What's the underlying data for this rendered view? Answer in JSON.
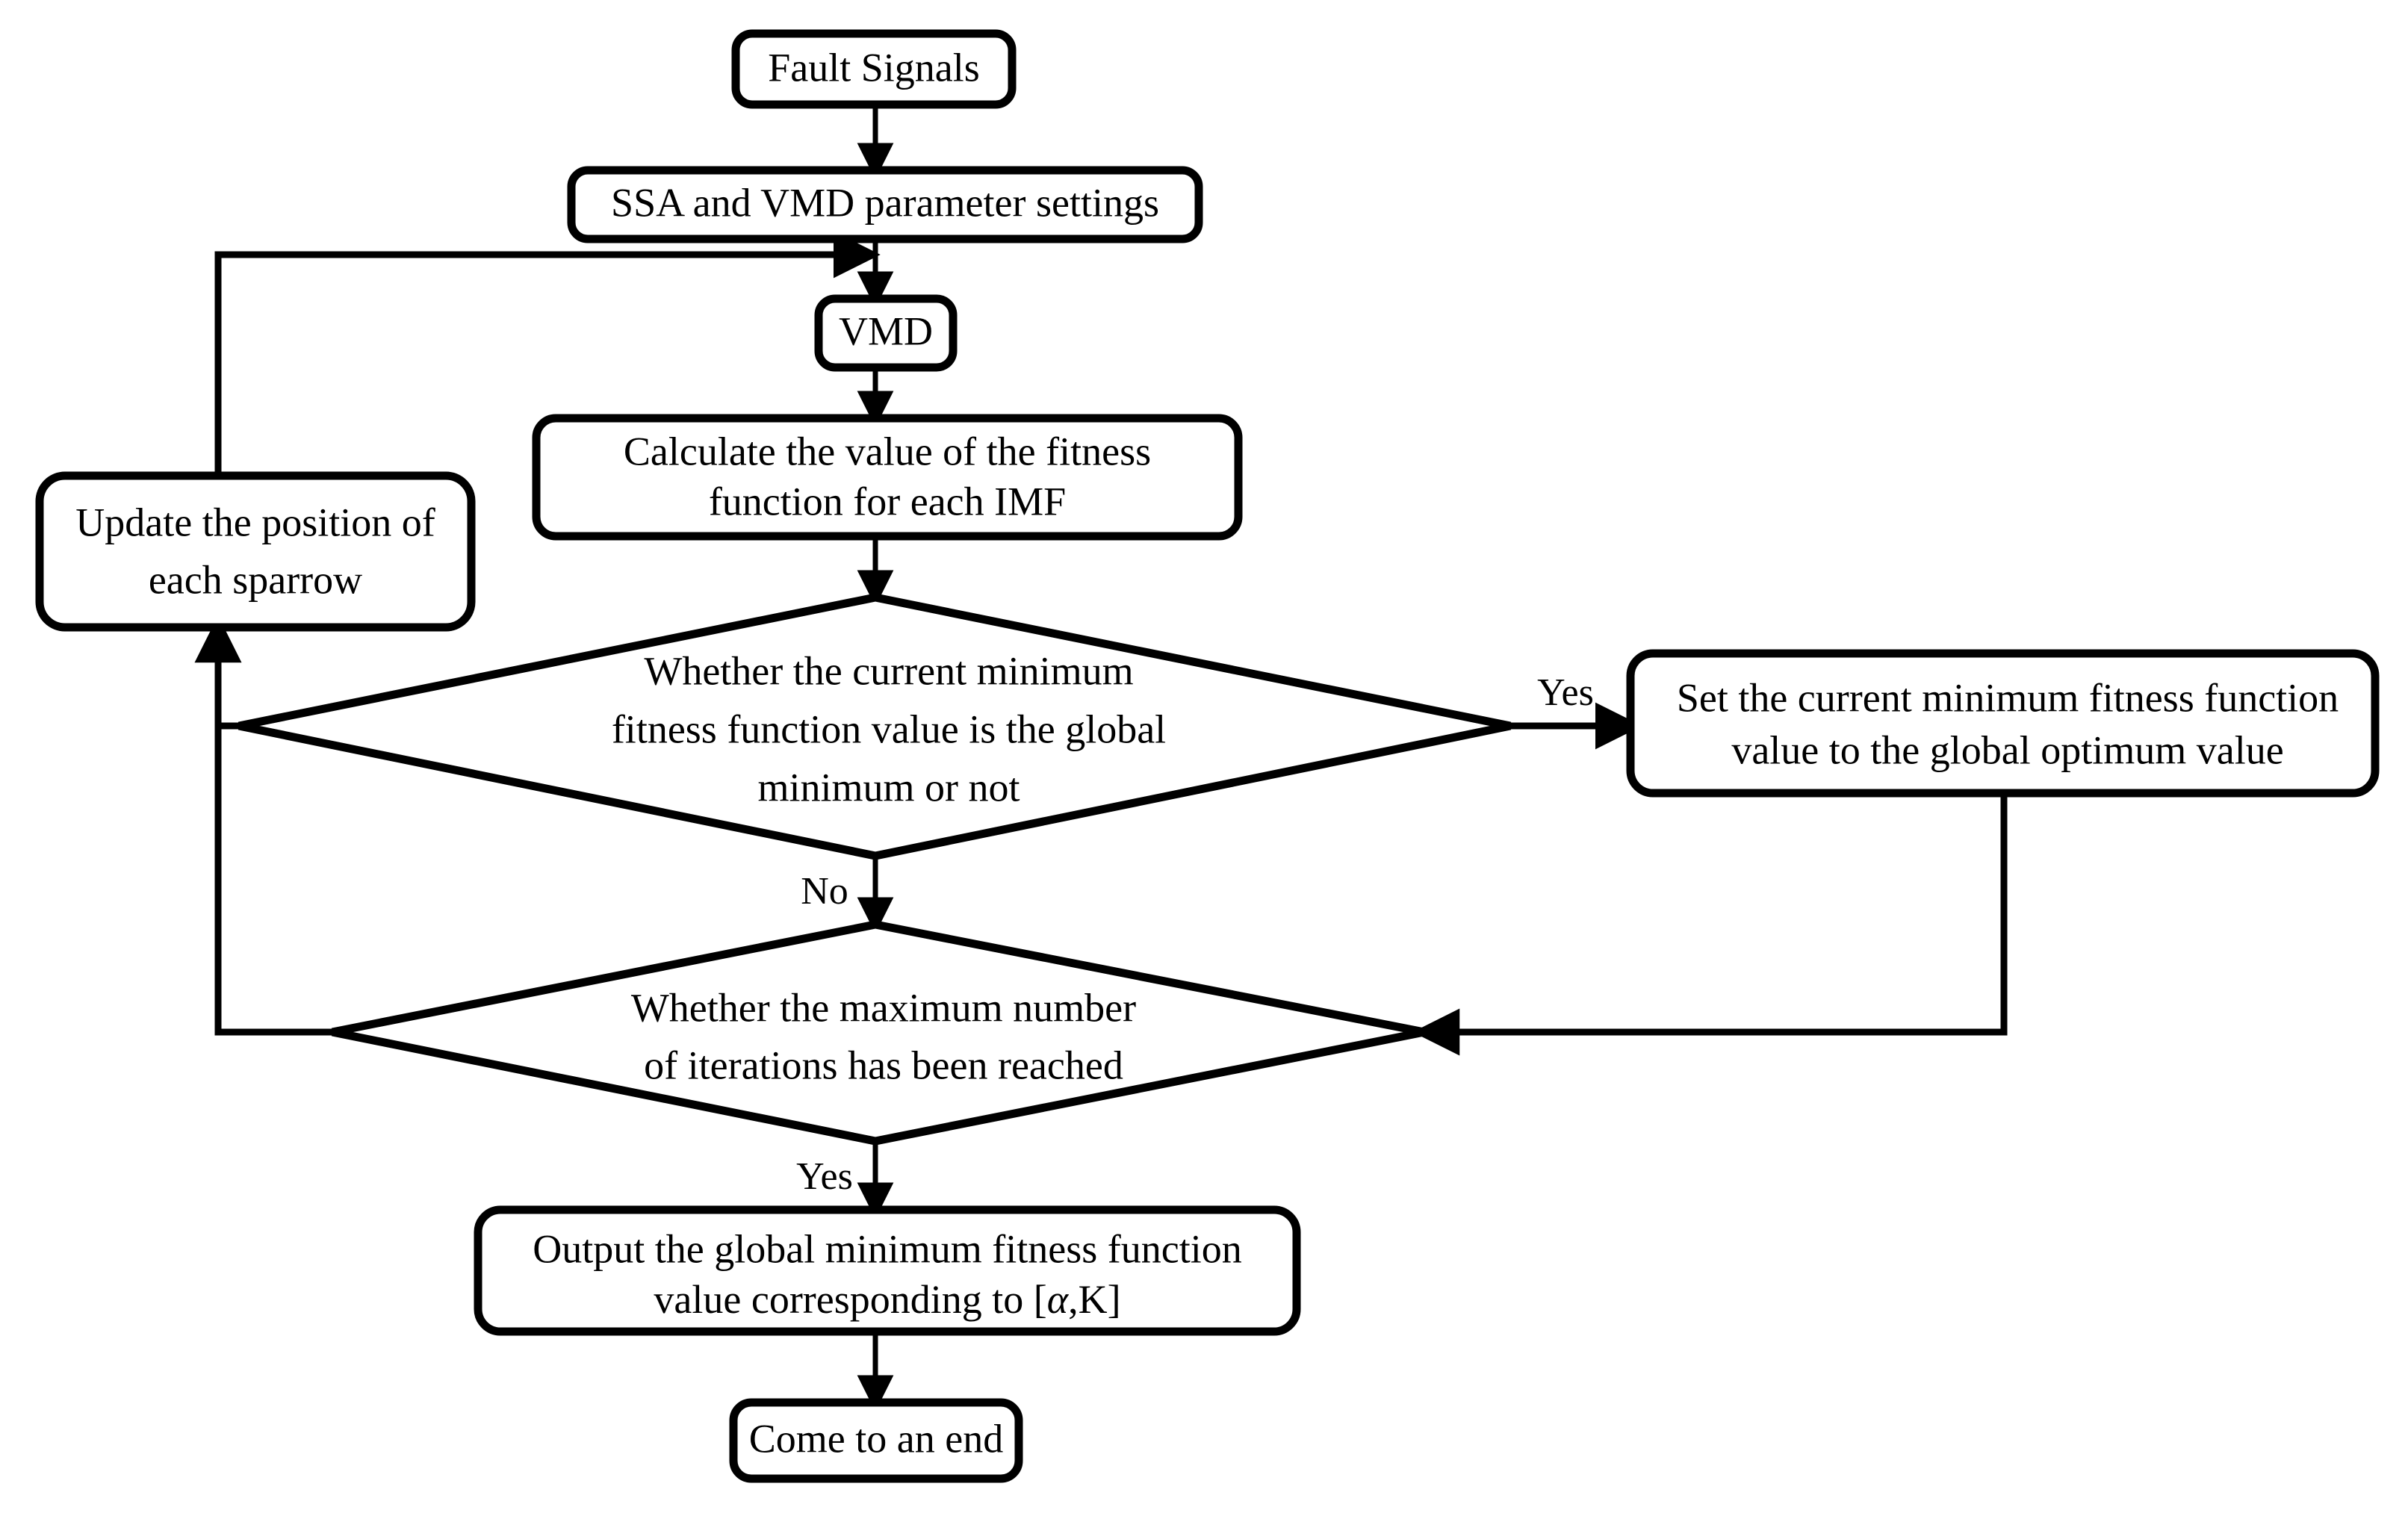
{
  "diagram": {
    "title": "SSA-VMD parameter optimization flowchart",
    "colors": {
      "stroke": "#000000",
      "fill": "#ffffff",
      "text": "#000000"
    },
    "nodes": [
      {
        "id": "fault-signals",
        "shape": "rounded-rect",
        "lines": [
          "Fault Signals"
        ]
      },
      {
        "id": "ssa-vmd-params",
        "shape": "rounded-rect",
        "lines": [
          "SSA and VMD parameter settings"
        ]
      },
      {
        "id": "vmd",
        "shape": "rounded-rect",
        "lines": [
          "VMD"
        ]
      },
      {
        "id": "calculate-fitness",
        "shape": "rounded-rect",
        "lines": [
          "Calculate the value of the fitness",
          "function for each IMF"
        ]
      },
      {
        "id": "update-sparrow",
        "shape": "rounded-rect",
        "lines": [
          "Update the position of",
          "each sparrow"
        ]
      },
      {
        "id": "check-global-min",
        "shape": "diamond",
        "lines": [
          "Whether the current minimum",
          "fitness function value is the global",
          "minimum or not"
        ]
      },
      {
        "id": "set-global-optimum",
        "shape": "rounded-rect",
        "lines": [
          "Set the current minimum fitness function",
          "value to the global optimum value"
        ]
      },
      {
        "id": "check-max-iter",
        "shape": "diamond",
        "lines": [
          "Whether the maximum number",
          "of iterations has been reached"
        ]
      },
      {
        "id": "output-result",
        "shape": "rounded-rect",
        "lines": [
          "Output the global minimum fitness function",
          "value corresponding to [",
          ",K]"
        ],
        "alpha_symbol": "α"
      },
      {
        "id": "come-to-end",
        "shape": "rounded-rect",
        "lines": [
          "Come to an end"
        ]
      }
    ],
    "edge_labels": {
      "yes_global": "Yes",
      "no_global": "No",
      "yes_max_iter": "Yes"
    }
  }
}
